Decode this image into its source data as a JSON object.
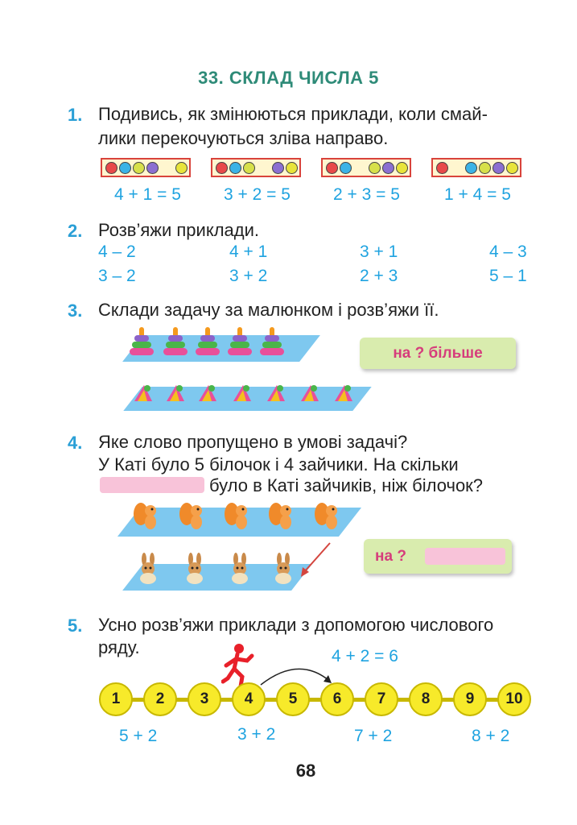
{
  "title": "33. СКЛАД ЧИСЛА 5",
  "tasks": {
    "t1": {
      "num": "1.",
      "line1": "Подивись, як змінюються приклади, коли смай-",
      "line2": "лики перекочуються зліва направо.",
      "examples": [
        "4 + 1 = 5",
        "3 + 2 = 5",
        "2 + 3 = 5",
        "1 + 4 = 5"
      ]
    },
    "t2": {
      "num": "2.",
      "text": "Розв’яжи приклади.",
      "row1": [
        "4 – 2",
        "4 + 1",
        "3 + 1",
        "4 – 3"
      ],
      "row2": [
        "3 – 2",
        "3 + 2",
        "2 + 3",
        "5 – 1"
      ]
    },
    "t3": {
      "num": "3.",
      "text": "Склади задачу за малюнком і розв’яжи її.",
      "badge": "на ? більше"
    },
    "t4": {
      "num": "4.",
      "line1": "Яке слово пропущено в умові задачі?",
      "line2": "У Каті було 5 білочок і 4 зайчики. На скільки",
      "line3": "було в Каті зайчиків, ніж білочок?",
      "badge": "на ?"
    },
    "t5": {
      "num": "5.",
      "line1": "Усно розв’яжи приклади з допомогою числового",
      "line2": "ряду.",
      "example": "4 + 2 = 6",
      "numbers": [
        "1",
        "2",
        "3",
        "4",
        "5",
        "6",
        "7",
        "8",
        "9",
        "10"
      ],
      "bottom": [
        "5 + 2",
        "3 + 2",
        "7 + 2",
        "8 + 2"
      ]
    }
  },
  "page_number": "68",
  "colors": {
    "title": "#2e8b78",
    "task_number": "#2a9fd6",
    "example_text": "#1fa3e0",
    "ball": "#f7ea2a",
    "badge": "#d9ecae",
    "blank": "#f8c3d9",
    "mat": "#7ec8ef"
  }
}
